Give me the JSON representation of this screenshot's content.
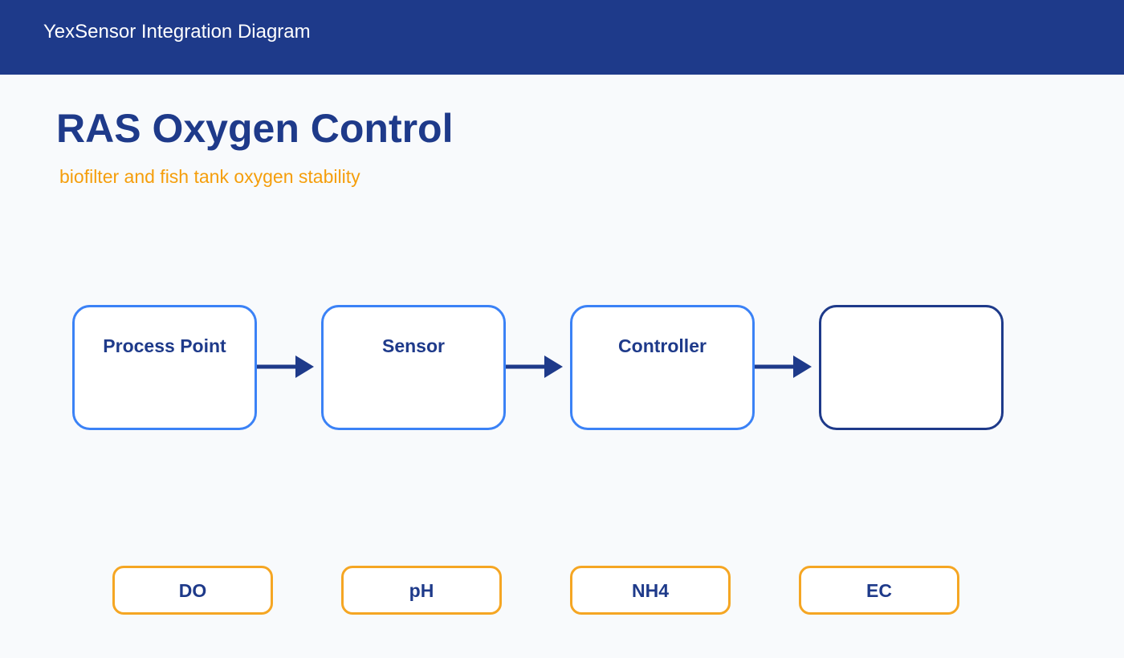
{
  "header": {
    "title": "YexSensor Integration Diagram"
  },
  "page": {
    "title": "RAS Oxygen Control",
    "subtitle": "biofilter and fish tank oxygen stability"
  },
  "flow": {
    "nodes": [
      {
        "label": "Process Point"
      },
      {
        "label": "Sensor"
      },
      {
        "label": "Controller"
      },
      {
        "label": ""
      }
    ]
  },
  "parameters": [
    {
      "label": "DO"
    },
    {
      "label": "pH"
    },
    {
      "label": "NH4"
    },
    {
      "label": "EC"
    }
  ],
  "colors": {
    "header_bg": "#1e3a8a",
    "primary": "#1e3a8a",
    "node_border": "#3b82f6",
    "accent": "#f59e0b",
    "tag_border": "#f5a623",
    "background": "#f8fafc"
  }
}
